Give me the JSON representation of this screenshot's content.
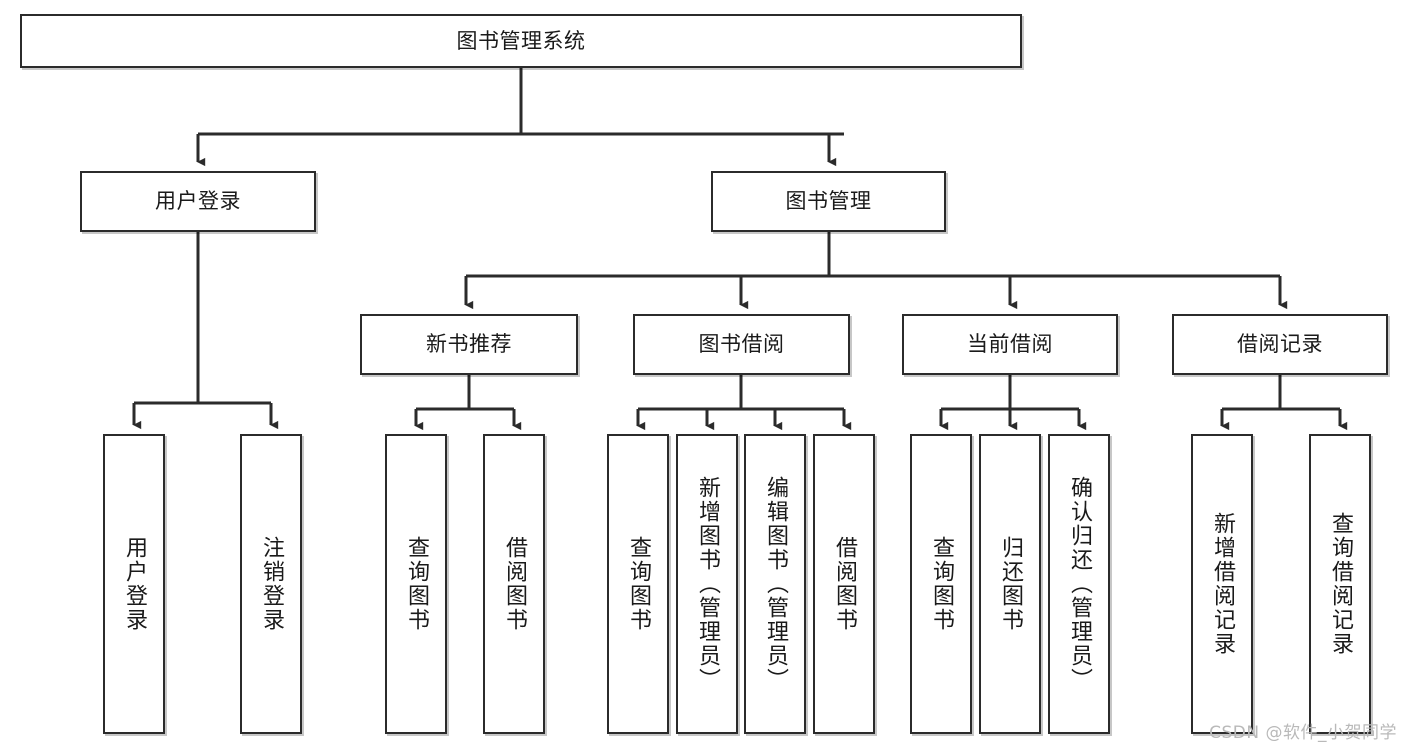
{
  "diagram": {
    "type": "tree-hierarchy",
    "title": "图书管理系统",
    "orientation": "top-down",
    "style": {
      "box_fill": "#ffffff",
      "box_stroke": "#2b2b2b",
      "text_color": "#1a1a1a",
      "arrow_color": "#2b2b2b",
      "background": "#ffffff"
    },
    "nodes": {
      "root": {
        "label": "图书管理系统",
        "level": 0
      },
      "l1": [
        {
          "id": "user_login",
          "label": "用户登录"
        },
        {
          "id": "book_manage",
          "label": "图书管理"
        }
      ],
      "l2": [
        {
          "id": "new_book_rec",
          "label": "新书推荐",
          "parent": "book_manage"
        },
        {
          "id": "book_borrow",
          "label": "图书借阅",
          "parent": "book_manage"
        },
        {
          "id": "current_borrow",
          "label": "当前借阅",
          "parent": "book_manage"
        },
        {
          "id": "borrow_record",
          "label": "借阅记录",
          "parent": "book_manage"
        }
      ],
      "leaves": [
        {
          "id": "leaf_1",
          "label": "用户登录",
          "parent": "user_login"
        },
        {
          "id": "leaf_2",
          "label": "注销登录",
          "parent": "user_login"
        },
        {
          "id": "leaf_3",
          "label": "查询图书",
          "parent": "new_book_rec"
        },
        {
          "id": "leaf_4",
          "label": "借阅图书",
          "parent": "new_book_rec"
        },
        {
          "id": "leaf_5",
          "label": "查询图书",
          "parent": "book_borrow"
        },
        {
          "id": "leaf_6",
          "label": "新增图书（管理员）",
          "parent": "book_borrow"
        },
        {
          "id": "leaf_7",
          "label": "编辑图书（管理员）",
          "parent": "book_borrow"
        },
        {
          "id": "leaf_8",
          "label": "借阅图书",
          "parent": "book_borrow"
        },
        {
          "id": "leaf_9",
          "label": "查询图书",
          "parent": "current_borrow"
        },
        {
          "id": "leaf_10",
          "label": "归还图书",
          "parent": "current_borrow"
        },
        {
          "id": "leaf_11",
          "label": "确认归还（管理员）",
          "parent": "current_borrow"
        },
        {
          "id": "leaf_12",
          "label": "新增借阅记录",
          "parent": "borrow_record"
        },
        {
          "id": "leaf_13",
          "label": "查询借阅记录",
          "parent": "borrow_record"
        }
      ]
    }
  },
  "watermark": {
    "text": "CSDN @软件_小贺同学"
  }
}
